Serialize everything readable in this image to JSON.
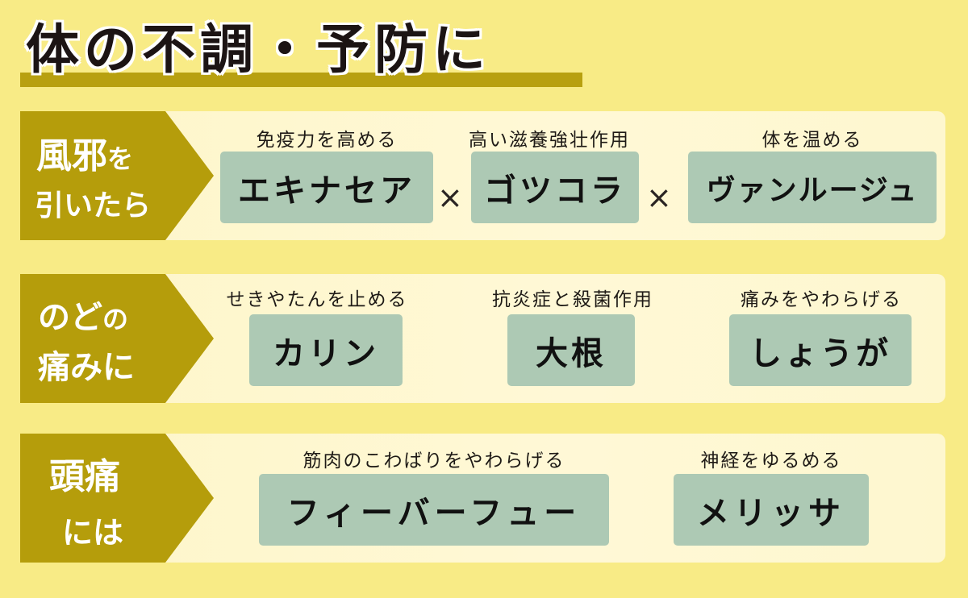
{
  "title": "体の不調・予防に",
  "colors": {
    "background": "#f8eb86",
    "accent_olive": "#b59d0b",
    "title_underline": "#b8a010",
    "panel": "#fef6c9",
    "box": "#adc9b4",
    "text": "#1c1414"
  },
  "rows": [
    {
      "label_line1_big": "風邪",
      "label_line1_small": "を",
      "label_line2": "引いたら",
      "items": [
        {
          "caption": "免疫力を高める",
          "name": "エキナセア"
        },
        {
          "caption": "高い滋養強壮作用",
          "name": "ゴツコラ"
        },
        {
          "caption": "体を温める",
          "name": "ヴァンルージュ"
        }
      ],
      "separator": "×"
    },
    {
      "label_line1_big": "のど",
      "label_line1_small": "の",
      "label_line2": "痛みに",
      "items": [
        {
          "caption": "せきやたんを止める",
          "name": "カリン"
        },
        {
          "caption": "抗炎症と殺菌作用",
          "name": "大根"
        },
        {
          "caption": "痛みをやわらげる",
          "name": "しょうが"
        }
      ]
    },
    {
      "label_line1_big": "頭痛",
      "label_line2": "には",
      "items": [
        {
          "caption": "筋肉のこわばりをやわらげる",
          "name": "フィーバーフュー"
        },
        {
          "caption": "神経をゆるめる",
          "name": "メリッサ"
        }
      ]
    }
  ]
}
